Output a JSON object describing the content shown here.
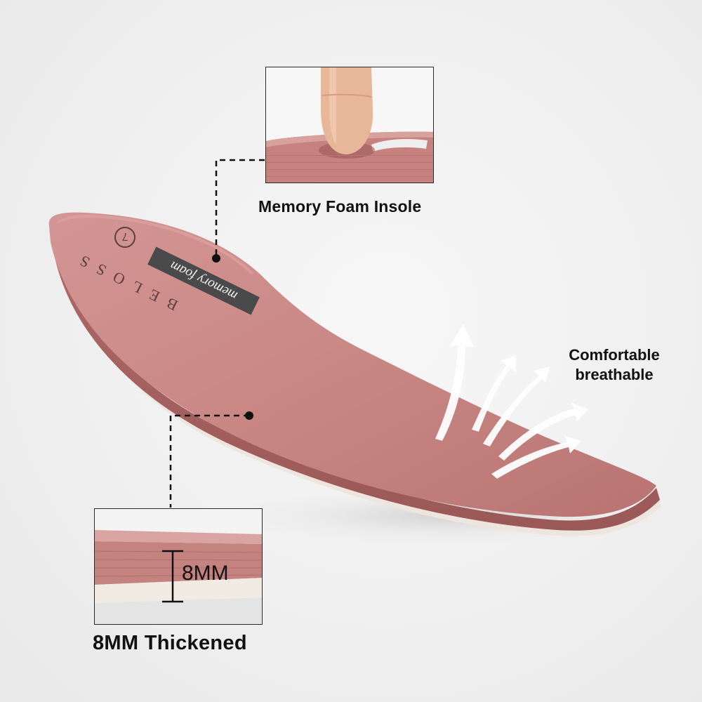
{
  "features": {
    "memory_foam": {
      "label": "Memory Foam Insole"
    },
    "comfort": {
      "line1": "Comfortable",
      "line2": "breathable"
    },
    "thickness": {
      "label": "8MM Thickened",
      "dimension": "8MM"
    }
  },
  "insole_print": {
    "brand": "BELOSS",
    "badge": "memory foam",
    "size_mark": "7"
  },
  "icons": [
    "finger-press-photo",
    "breath-arrow-icon",
    "dimension-marker-icon",
    "callout-dot-icon"
  ],
  "colors": {
    "insole_pink": "#c98784",
    "insole_edge": "#a9605f",
    "sole_cream": "#eee6de",
    "badge_dark": "#4a4a4a",
    "background": "#f1f1f1"
  }
}
